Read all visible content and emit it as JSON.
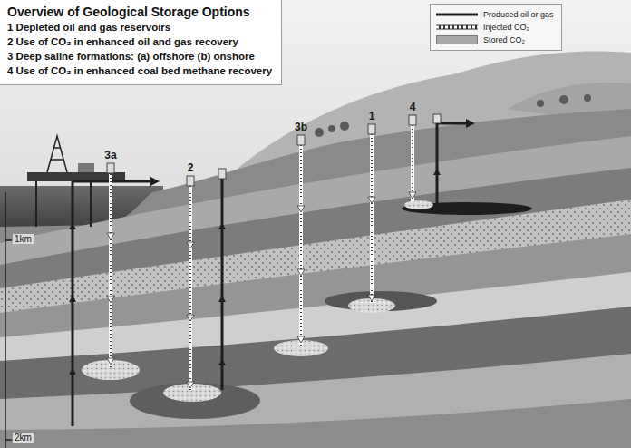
{
  "diagram": {
    "title": "Overview of Geological Storage Options",
    "labels": [
      "1 Depleted oil and gas reservoirs",
      "2 Use of CO₂ in enhanced oil and gas recovery",
      "3 Deep saline formations: (a) offshore (b) onshore",
      "4 Use of CO₂ in enhanced coal bed methane recovery",
      "3a",
      "2",
      "3b",
      "1",
      "4",
      "1km",
      "2km"
    ],
    "legend": [
      {
        "text": "Produced oil or gas"
      },
      {
        "text": "Injected CO₂"
      },
      {
        "text": "Stored CO₂",
        "color": "#a8a8a8"
      }
    ]
  }
}
